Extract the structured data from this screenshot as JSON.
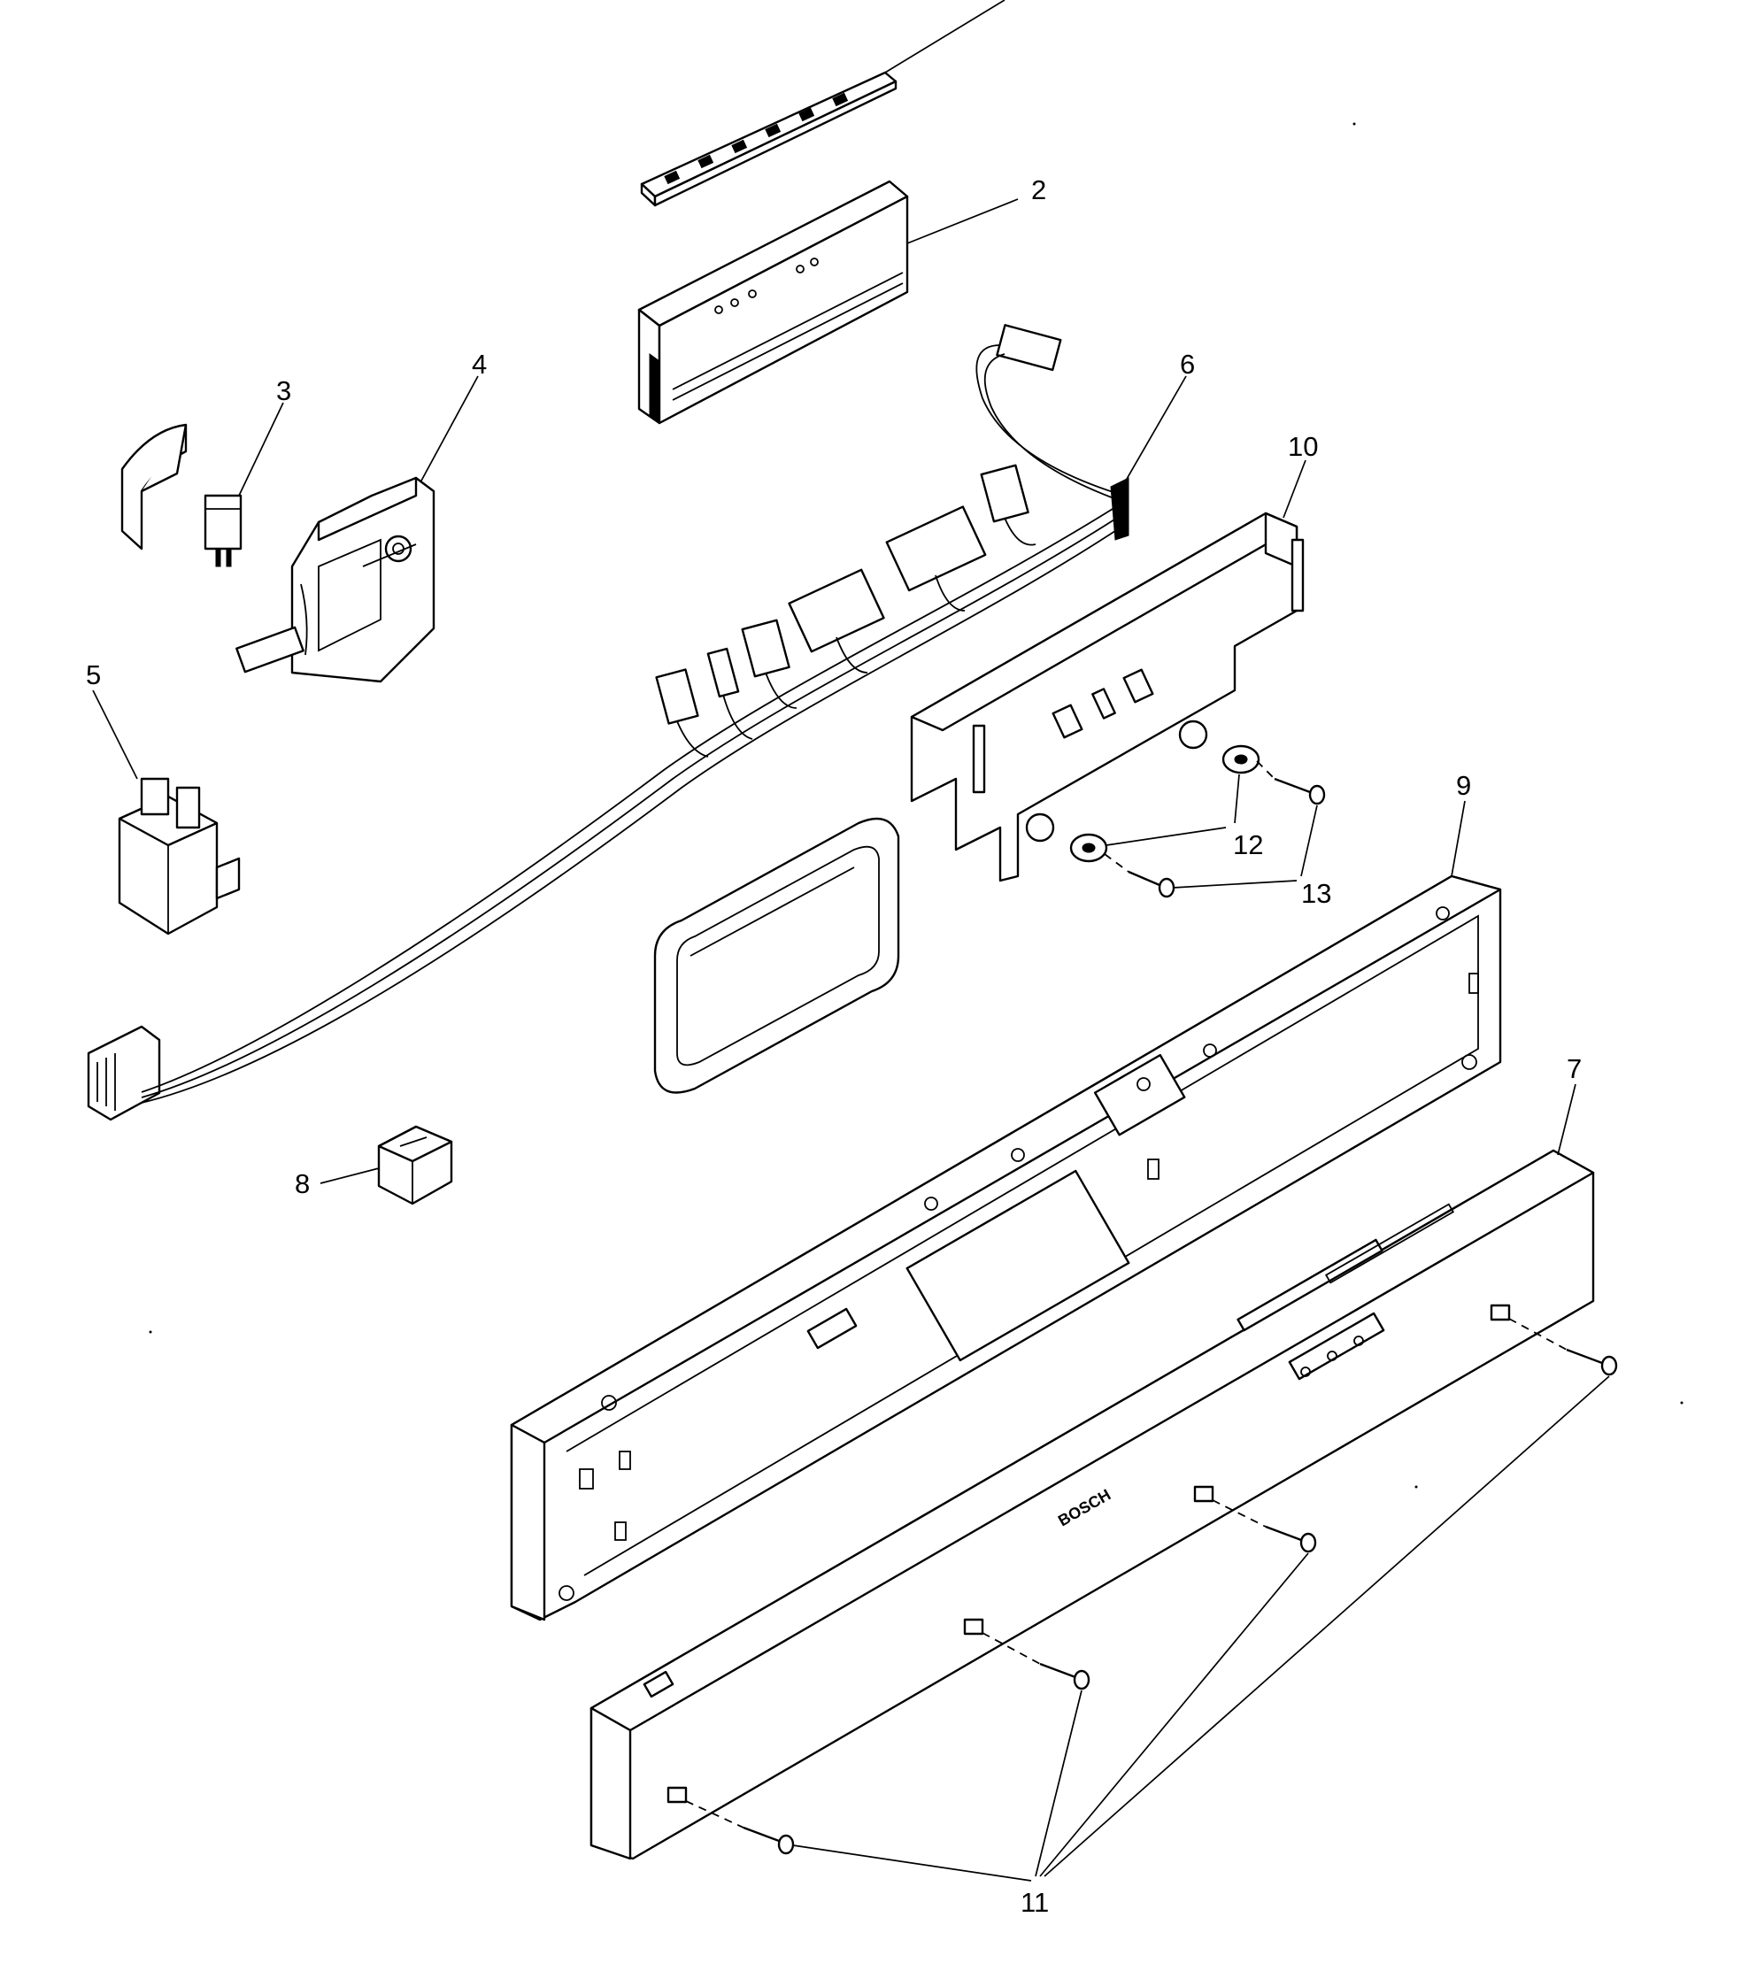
{
  "diagram": {
    "callouts": [
      {
        "id": "callout-2",
        "text": "2"
      },
      {
        "id": "callout-3",
        "text": "3"
      },
      {
        "id": "callout-4",
        "text": "4"
      },
      {
        "id": "callout-5",
        "text": "5"
      },
      {
        "id": "callout-6",
        "text": "6"
      },
      {
        "id": "callout-7",
        "text": "7"
      },
      {
        "id": "callout-8",
        "text": "8"
      },
      {
        "id": "callout-9",
        "text": "9"
      },
      {
        "id": "callout-10",
        "text": "10"
      },
      {
        "id": "callout-11",
        "text": "11"
      },
      {
        "id": "callout-12",
        "text": "12"
      },
      {
        "id": "callout-13",
        "text": "13"
      }
    ],
    "brand_mark": "BOSCH"
  }
}
